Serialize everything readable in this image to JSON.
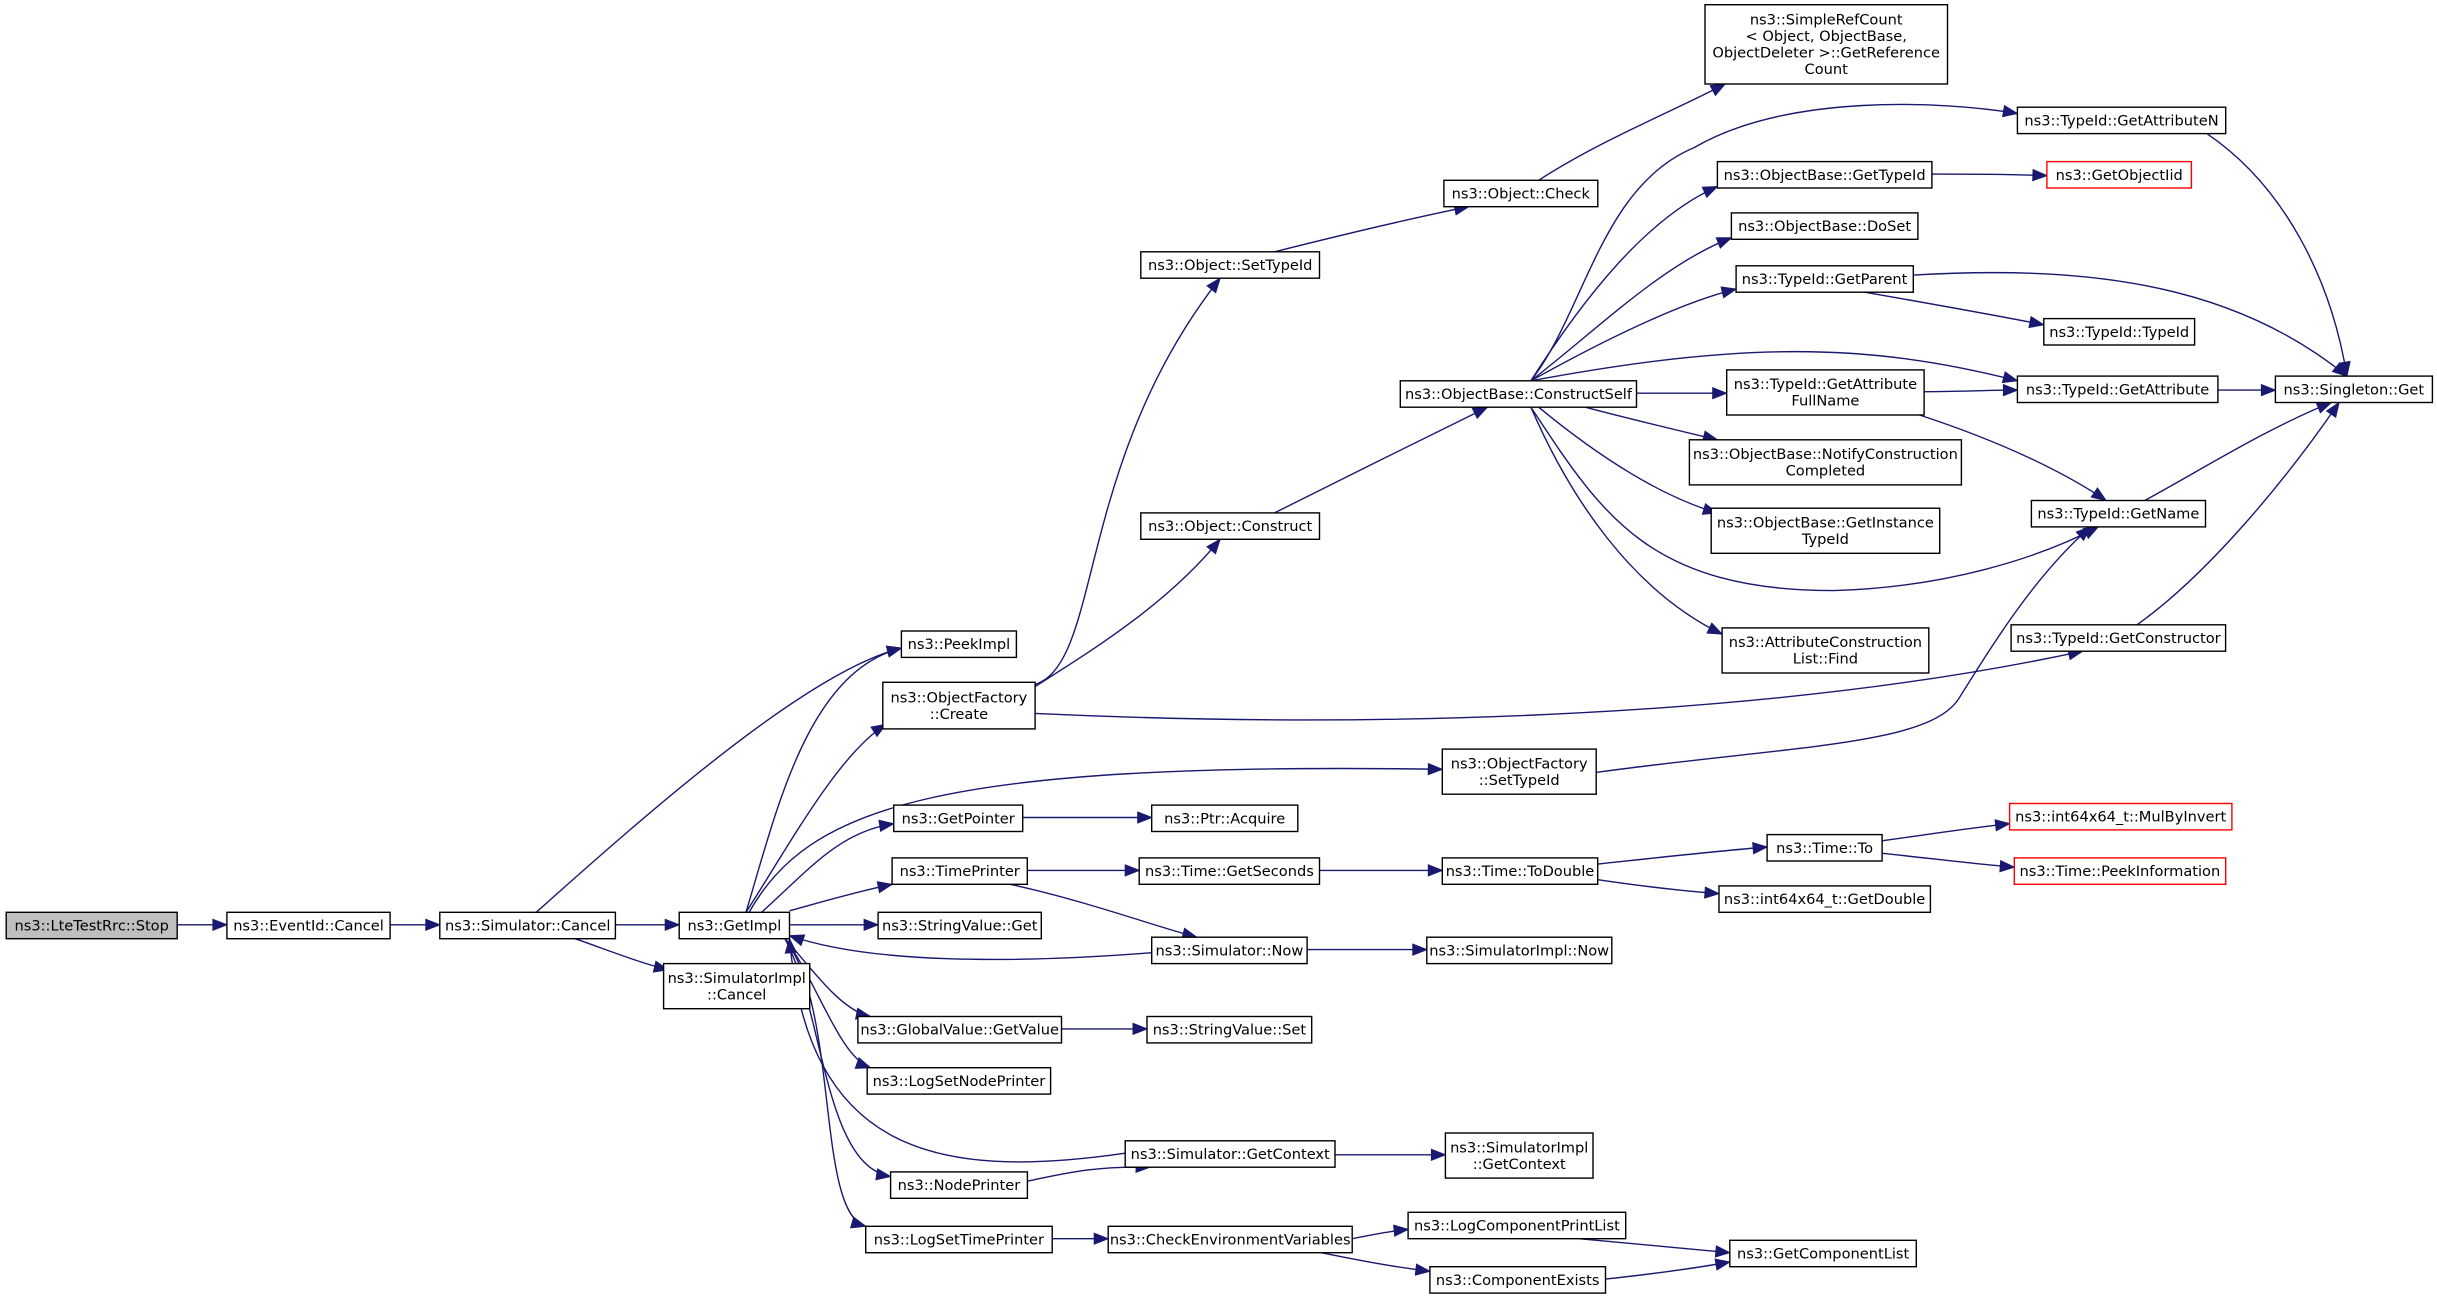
{
  "graph": {
    "nodes": [
      {
        "id": "lte_stop",
        "label": [
          "ns3::LteTestRrc::Stop"
        ],
        "style": "root"
      },
      {
        "id": "evt_cancel",
        "label": [
          "ns3::EventId::Cancel"
        ]
      },
      {
        "id": "sim_cancel",
        "label": [
          "ns3::Simulator::Cancel"
        ]
      },
      {
        "id": "getimpl",
        "label": [
          "ns3::GetImpl"
        ]
      },
      {
        "id": "simimpl_cancel",
        "label": [
          "ns3::SimulatorImpl",
          "::Cancel"
        ]
      },
      {
        "id": "peekimpl",
        "label": [
          "ns3::PeekImpl"
        ]
      },
      {
        "id": "objfac_create",
        "label": [
          "ns3::ObjectFactory",
          "::Create"
        ]
      },
      {
        "id": "getpointer",
        "label": [
          "ns3::GetPointer"
        ]
      },
      {
        "id": "timeprinter",
        "label": [
          "ns3::TimePrinter"
        ]
      },
      {
        "id": "stringvalue_get",
        "label": [
          "ns3::StringValue::Get"
        ]
      },
      {
        "id": "globalvalue_get",
        "label": [
          "ns3::GlobalValue::GetValue"
        ]
      },
      {
        "id": "logsetnode",
        "label": [
          "ns3::LogSetNodePrinter"
        ]
      },
      {
        "id": "nodeprinter",
        "label": [
          "ns3::NodePrinter"
        ]
      },
      {
        "id": "logsettime",
        "label": [
          "ns3::LogSetTimePrinter"
        ]
      },
      {
        "id": "obj_settypeid",
        "label": [
          "ns3::Object::SetTypeId"
        ]
      },
      {
        "id": "obj_construct",
        "label": [
          "ns3::Object::Construct"
        ]
      },
      {
        "id": "ptr_acquire",
        "label": [
          "ns3::Ptr::Acquire"
        ]
      },
      {
        "id": "time_getseconds",
        "label": [
          "ns3::Time::GetSeconds"
        ]
      },
      {
        "id": "sim_now",
        "label": [
          "ns3::Simulator::Now"
        ]
      },
      {
        "id": "stringvalue_set",
        "label": [
          "ns3::StringValue::Set"
        ]
      },
      {
        "id": "sim_getcontext",
        "label": [
          "ns3::Simulator::GetContext"
        ]
      },
      {
        "id": "checkenv",
        "label": [
          "ns3::CheckEnvironmentVariables"
        ]
      },
      {
        "id": "obj_check",
        "label": [
          "ns3::Object::Check"
        ]
      },
      {
        "id": "constructself",
        "label": [
          "ns3::ObjectBase::ConstructSelf"
        ]
      },
      {
        "id": "objfac_settypeid",
        "label": [
          "ns3::ObjectFactory",
          "::SetTypeId"
        ]
      },
      {
        "id": "time_todouble",
        "label": [
          "ns3::Time::ToDouble"
        ]
      },
      {
        "id": "simimpl_now",
        "label": [
          "ns3::SimulatorImpl::Now"
        ]
      },
      {
        "id": "simimpl_getcontext",
        "label": [
          "ns3::SimulatorImpl",
          "::GetContext"
        ]
      },
      {
        "id": "logcompprint",
        "label": [
          "ns3::LogComponentPrintList"
        ]
      },
      {
        "id": "compexists",
        "label": [
          "ns3::ComponentExists"
        ]
      },
      {
        "id": "refcount",
        "label": [
          "ns3::SimpleRefCount",
          "< Object, ObjectBase,",
          " ObjectDeleter >::GetReference",
          "Count"
        ]
      },
      {
        "id": "objbase_gettypeid",
        "label": [
          "ns3::ObjectBase::GetTypeId"
        ]
      },
      {
        "id": "objbase_doset",
        "label": [
          "ns3::ObjectBase::DoSet"
        ]
      },
      {
        "id": "typeid_getparent",
        "label": [
          "ns3::TypeId::GetParent"
        ]
      },
      {
        "id": "typeid_getattrfull",
        "label": [
          "ns3::TypeId::GetAttribute",
          "FullName"
        ]
      },
      {
        "id": "objbase_notify",
        "label": [
          "ns3::ObjectBase::NotifyConstruction",
          "Completed"
        ]
      },
      {
        "id": "objbase_getinstance",
        "label": [
          "ns3::ObjectBase::GetInstance",
          "TypeId"
        ]
      },
      {
        "id": "attrlist_find",
        "label": [
          "ns3::AttributeConstruction",
          "List::Find"
        ]
      },
      {
        "id": "time_to",
        "label": [
          "ns3::Time::To"
        ]
      },
      {
        "id": "int64_getdouble",
        "label": [
          "ns3::int64x64_t::GetDouble"
        ]
      },
      {
        "id": "getcomplist",
        "label": [
          "ns3::GetComponentList"
        ]
      },
      {
        "id": "typeid_getattrn",
        "label": [
          "ns3::TypeId::GetAttributeN"
        ]
      },
      {
        "id": "getobjectiid",
        "label": [
          "ns3::GetObjectIid"
        ],
        "style": "ext"
      },
      {
        "id": "typeid_typeid",
        "label": [
          "ns3::TypeId::TypeId"
        ]
      },
      {
        "id": "typeid_getattr",
        "label": [
          "ns3::TypeId::GetAttribute"
        ]
      },
      {
        "id": "typeid_getname",
        "label": [
          "ns3::TypeId::GetName"
        ]
      },
      {
        "id": "typeid_getconstructor",
        "label": [
          "ns3::TypeId::GetConstructor"
        ]
      },
      {
        "id": "int64_mulbyinvert",
        "label": [
          "ns3::int64x64_t::MulByInvert"
        ],
        "style": "ext"
      },
      {
        "id": "time_peekinfo",
        "label": [
          "ns3::Time::PeekInformation"
        ],
        "style": "ext"
      },
      {
        "id": "singleton_get",
        "label": [
          "ns3::Singleton::Get"
        ]
      }
    ],
    "edges": [
      [
        "lte_stop",
        "evt_cancel"
      ],
      [
        "evt_cancel",
        "sim_cancel"
      ],
      [
        "sim_cancel",
        "getimpl"
      ],
      [
        "sim_cancel",
        "simimpl_cancel"
      ],
      [
        "sim_cancel",
        "peekimpl"
      ],
      [
        "getimpl",
        "peekimpl"
      ],
      [
        "getimpl",
        "objfac_create"
      ],
      [
        "getimpl",
        "objfac_settypeid"
      ],
      [
        "getimpl",
        "getpointer"
      ],
      [
        "getimpl",
        "timeprinter"
      ],
      [
        "getimpl",
        "stringvalue_get"
      ],
      [
        "getimpl",
        "globalvalue_get"
      ],
      [
        "getimpl",
        "logsetnode"
      ],
      [
        "getimpl",
        "nodeprinter"
      ],
      [
        "getimpl",
        "logsettime"
      ],
      [
        "sim_now",
        "getimpl"
      ],
      [
        "sim_getcontext",
        "getimpl"
      ],
      [
        "objfac_create",
        "obj_settypeid"
      ],
      [
        "objfac_create",
        "obj_construct"
      ],
      [
        "objfac_create",
        "typeid_getconstructor"
      ],
      [
        "obj_settypeid",
        "obj_check"
      ],
      [
        "obj_check",
        "refcount"
      ],
      [
        "obj_construct",
        "constructself"
      ],
      [
        "getpointer",
        "ptr_acquire"
      ],
      [
        "timeprinter",
        "time_getseconds"
      ],
      [
        "timeprinter",
        "sim_now"
      ],
      [
        "time_getseconds",
        "time_todouble"
      ],
      [
        "time_todouble",
        "time_to"
      ],
      [
        "time_todouble",
        "int64_getdouble"
      ],
      [
        "time_to",
        "int64_mulbyinvert"
      ],
      [
        "time_to",
        "time_peekinfo"
      ],
      [
        "sim_now",
        "simimpl_now"
      ],
      [
        "globalvalue_get",
        "stringvalue_set"
      ],
      [
        "nodeprinter",
        "sim_getcontext"
      ],
      [
        "sim_getcontext",
        "simimpl_getcontext"
      ],
      [
        "logsettime",
        "checkenv"
      ],
      [
        "checkenv",
        "logcompprint"
      ],
      [
        "checkenv",
        "compexists"
      ],
      [
        "logcompprint",
        "getcomplist"
      ],
      [
        "compexists",
        "getcomplist"
      ],
      [
        "objfac_settypeid",
        "typeid_getname"
      ],
      [
        "constructself",
        "typeid_getattrn"
      ],
      [
        "constructself",
        "objbase_gettypeid"
      ],
      [
        "constructself",
        "objbase_doset"
      ],
      [
        "constructself",
        "typeid_getparent"
      ],
      [
        "constructself",
        "typeid_getattr"
      ],
      [
        "constructself",
        "typeid_getattrfull"
      ],
      [
        "constructself",
        "objbase_notify"
      ],
      [
        "constructself",
        "objbase_getinstance"
      ],
      [
        "constructself",
        "typeid_getname"
      ],
      [
        "constructself",
        "attrlist_find"
      ],
      [
        "objbase_gettypeid",
        "getobjectiid"
      ],
      [
        "typeid_getparent",
        "typeid_typeid"
      ],
      [
        "typeid_getparent",
        "singleton_get"
      ],
      [
        "typeid_getattrfull",
        "typeid_getattr"
      ],
      [
        "typeid_getattrfull",
        "typeid_getname"
      ],
      [
        "typeid_getattrn",
        "singleton_get"
      ],
      [
        "typeid_getattr",
        "singleton_get"
      ],
      [
        "typeid_getname",
        "singleton_get"
      ],
      [
        "typeid_getconstructor",
        "singleton_get"
      ]
    ]
  }
}
